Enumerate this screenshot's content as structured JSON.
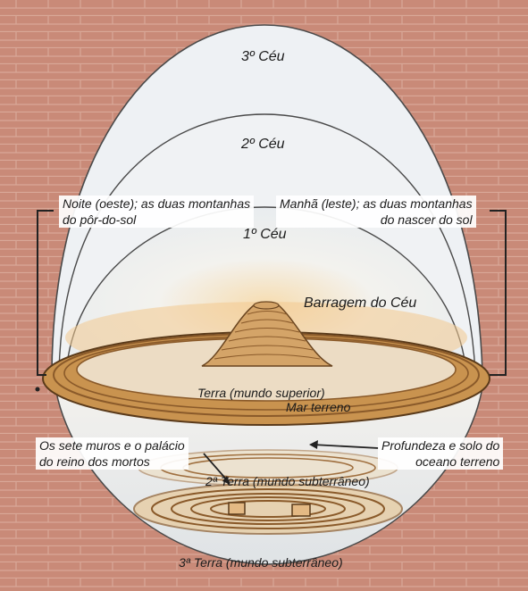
{
  "heavens": {
    "third": "3º Céu",
    "second": "2º Céu",
    "first": "1º Céu"
  },
  "west": {
    "line1": "Noite (oeste); as duas montanhas",
    "line2": "do pôr-do-sol"
  },
  "east": {
    "line1": "Manhã (leste); as duas montanhas",
    "line2": "do nascer do sol"
  },
  "dam": "Barragem do Céu",
  "earth_upper": "Terra (mundo superior)",
  "sea": "Mar terreno",
  "underworld_walls": {
    "line1": "Os sete muros e o palácio",
    "line2": "do reino dos mortos"
  },
  "ocean_depths": {
    "line1": "Profundeza e solo do",
    "line2": "oceano terreno"
  },
  "earth_second": "2ª Terra (mundo subterrâneo)",
  "earth_third": "3ª Terra (mundo subterrâneo)",
  "colors": {
    "background": "#c98a78",
    "sky_fill": "#eef1f4",
    "earth": "#c9934f",
    "earth_dark": "#8a5a2a",
    "outline": "#3a2a1a"
  }
}
